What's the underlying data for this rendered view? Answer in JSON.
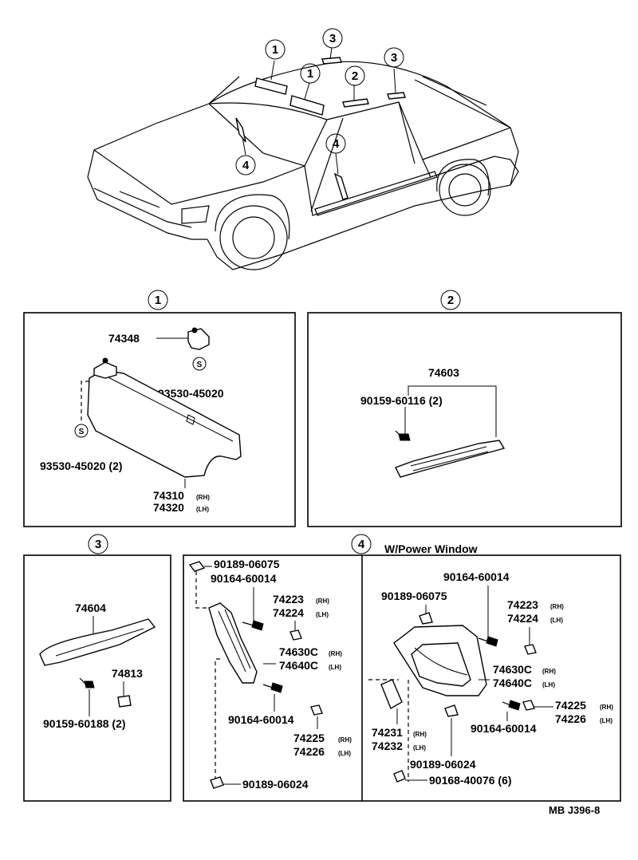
{
  "callouts": {
    "c1": "1",
    "c2": "2",
    "c3": "3",
    "c4": "4",
    "s": "S"
  },
  "section4_note": "W/Power Window",
  "parts": {
    "p74348": "74348",
    "p93530_top": "93530-45020",
    "p93530_left": "93530-45020 (2)",
    "p74310": "74310",
    "p74320": "74320",
    "p74603": "74603",
    "p90159_60116": "90159-60116 (2)",
    "p74604": "74604",
    "p74813": "74813",
    "p90159_60188": "90159-60188 (2)",
    "a_90189_06075": "90189-06075",
    "a_90164_60014_top": "90164-60014",
    "a_74223": "74223",
    "a_74224": "74224",
    "a_74630C": "74630C",
    "a_74640C": "74640C",
    "a_90164_60014_bot": "90164-60014",
    "a_74225": "74225",
    "a_74226": "74226",
    "a_90189_06024": "90189-06024",
    "b_90164_60014_top": "90164-60014",
    "b_90189_06075": "90189-06075",
    "b_74223": "74223",
    "b_74224": "74224",
    "b_74630C": "74630C",
    "b_74640C": "74640C",
    "b_74225": "74225",
    "b_74226": "74226",
    "b_90164_60014_bot": "90164-60014",
    "b_74231": "74231",
    "b_74232": "74232",
    "b_90189_06024": "90189-06024",
    "b_90168_40076": "90168-40076 (6)"
  },
  "suffix": {
    "rh": "(RH)",
    "lh": "(LH)"
  },
  "footer_code": "MB J396-8"
}
